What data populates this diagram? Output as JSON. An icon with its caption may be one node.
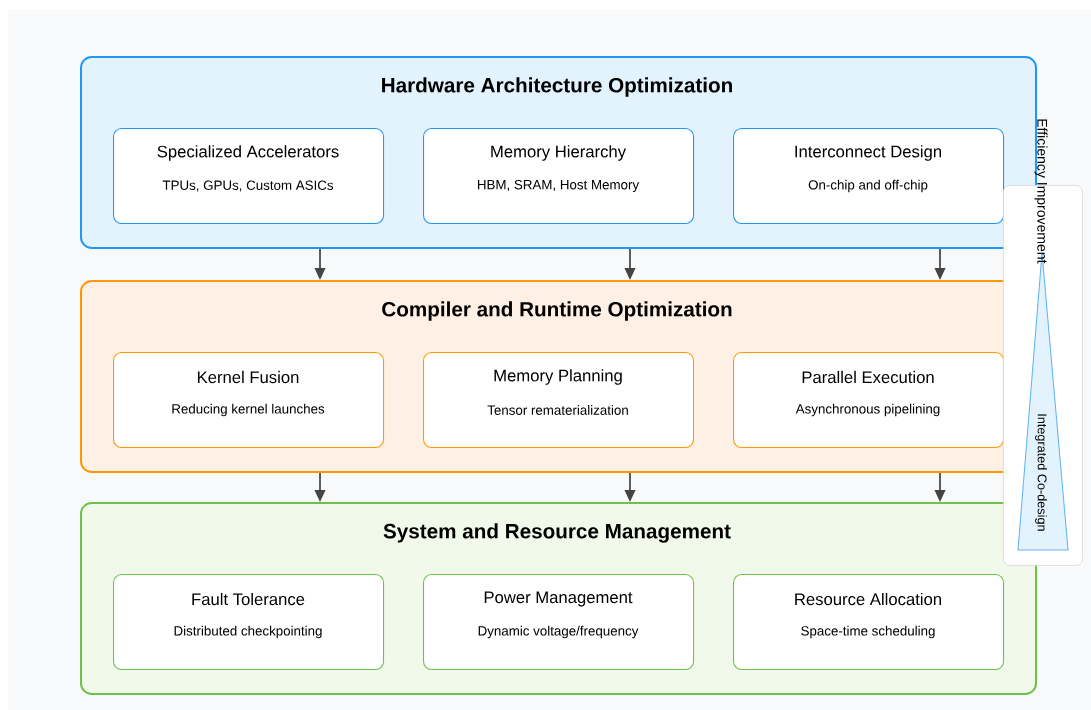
{
  "diagram": {
    "nodes": [
      {
        "text": [
          "Hardware Architecture Optimization"
        ]
      },
      {
        "text": [
          "Specialized Accelerators",
          "TPUs, GPUs, Custom ASICs"
        ],
        "in": 0
      },
      {
        "text": [
          "Memory Hierarchy",
          "HBM, SRAM, Host Memory"
        ],
        "in": 0
      },
      {
        "text": [
          "Interconnect Design",
          "On-chip and off-chip"
        ],
        "in": 0
      },
      {
        "text": [
          "Compiler and Runtime Optimization"
        ]
      },
      {
        "text": [
          "Kernel Fusion",
          "Reducing kernel launches"
        ],
        "in": 4
      },
      {
        "text": [
          "Memory Planning",
          "Tensor rematerialization"
        ],
        "in": 4
      },
      {
        "text": [
          "Parallel Execution",
          "Asynchronous pipelining"
        ],
        "in": 4
      },
      {
        "text": [
          "System and Resource Management"
        ]
      },
      {
        "text": [
          "Fault Tolerance",
          "Distributed checkpointing"
        ],
        "in": 8
      },
      {
        "text": [
          "Power Management",
          "Dynamic voltage/frequency"
        ],
        "in": 8
      },
      {
        "text": [
          "Resource Allocation",
          "Space-time scheduling"
        ],
        "in": 8
      },
      {
        "text": [
          "Efficiency Improvement",
          "Integrated Co-design"
        ]
      }
    ],
    "edges": [
      {
        "from": 0,
        "to": 4,
        "arrow": "to"
      },
      {
        "from": 0,
        "to": 4,
        "arrow": "to"
      },
      {
        "from": 0,
        "to": 4,
        "arrow": "to"
      },
      {
        "from": 4,
        "to": 8,
        "arrow": "to"
      },
      {
        "from": 4,
        "to": 8,
        "arrow": "to"
      },
      {
        "from": 4,
        "to": 8,
        "arrow": "to"
      }
    ]
  }
}
